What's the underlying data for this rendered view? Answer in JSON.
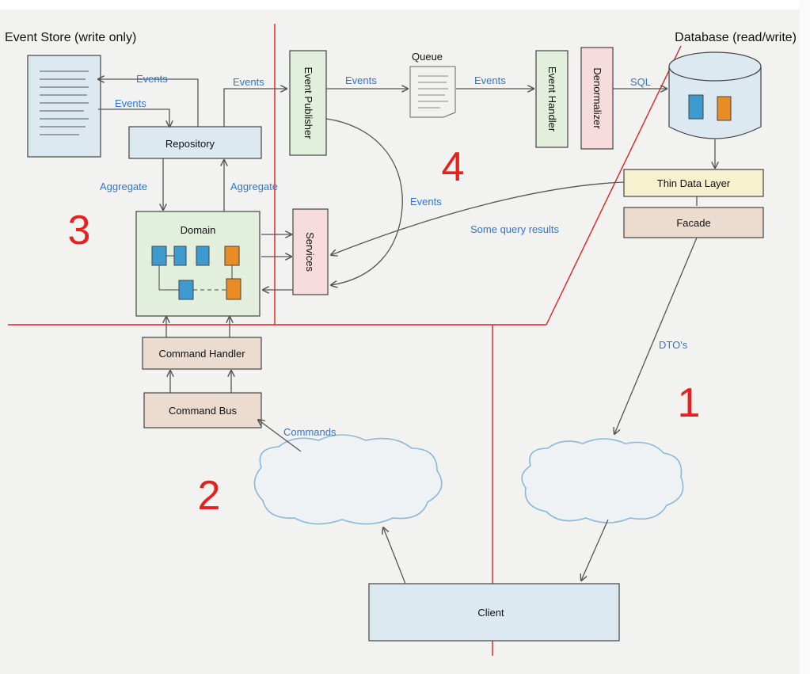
{
  "headings": {
    "event_store": "Event Store (write only)",
    "database": "Database (read/write)",
    "queue": "Queue",
    "domain": "Domain"
  },
  "boxes": {
    "repository": "Repository",
    "event_publisher": "Event Publisher",
    "event_handler": "Event Handler",
    "denormalizer": "Denormalizer",
    "services": "Services",
    "thin_data_layer": "Thin Data Layer",
    "facade": "Facade",
    "command_handler": "Command Handler",
    "command_bus": "Command Bus",
    "client": "Client"
  },
  "flows": {
    "events_store_to": "Events",
    "events_repo_in": "Events",
    "events_to_publisher": "Events",
    "events_to_queue": "Events",
    "events_to_handler": "Events",
    "sql": "SQL",
    "aggregate_down": "Aggregate",
    "aggregate_up": "Aggregate",
    "events_to_services": "Events",
    "some_query_results": "Some query results",
    "dtos": "DTO's",
    "commands": "Commands"
  },
  "numbers": {
    "n1": "1",
    "n2": "2",
    "n3": "3",
    "n4": "4"
  },
  "colors": {
    "flow_label": "#2f74d8",
    "divider": "#e5201d",
    "big_number": "#e5201d",
    "box_blue": "#dce9f0",
    "box_green": "#e2efdc",
    "box_pink": "#f6dcdc",
    "box_tan": "#ecdcd0",
    "box_yellow": "#f7f1cf",
    "cloud": "#8ab8d6"
  }
}
